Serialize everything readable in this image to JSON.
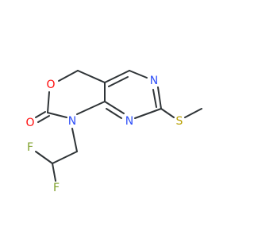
{
  "colors": {
    "bond": "#2f3437",
    "O": "#ff0d0d",
    "N": "#3050f8",
    "S": "#b8a000",
    "F": "#7ea02a"
  },
  "atoms": {
    "ring_o": "O",
    "carbonyl_o": "O",
    "n1": "N",
    "n_top": "N",
    "n_bottom": "N",
    "s": "S",
    "f_top": "F",
    "f_bottom": "F"
  }
}
